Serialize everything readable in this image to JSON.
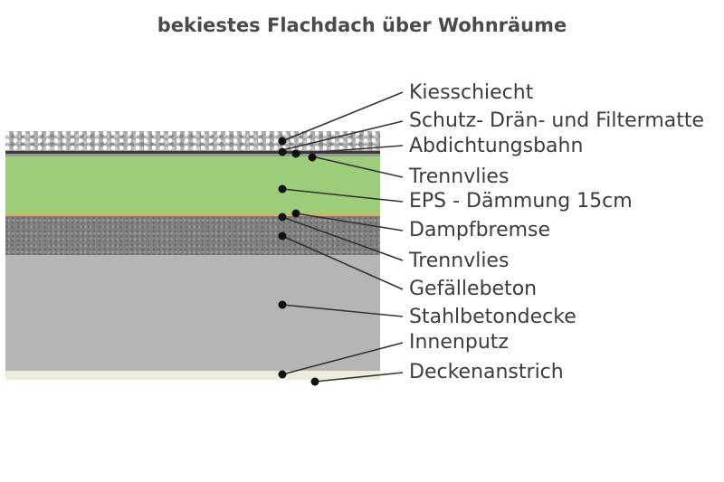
{
  "title": "bekiestes Flachdach über Wohnräume",
  "labels": [
    "Kiesschiecht",
    "Schutz- Drän- und Filtermatte",
    "Abdichtungsbahn",
    "Trennvlies",
    "EPS - Dämmung 15cm",
    "Dampfbremse",
    "Trennvlies",
    "Gefällebeton",
    "Stahlbetondecke",
    "Innenputz",
    "Deckenanstrich"
  ],
  "colors": {
    "insulation": "#9ccd7a",
    "gravel": "#a9a9a9",
    "screed": "#808080",
    "concrete": "#b5b5b5",
    "plaster": "#ecebdc",
    "leader": "#333333"
  }
}
